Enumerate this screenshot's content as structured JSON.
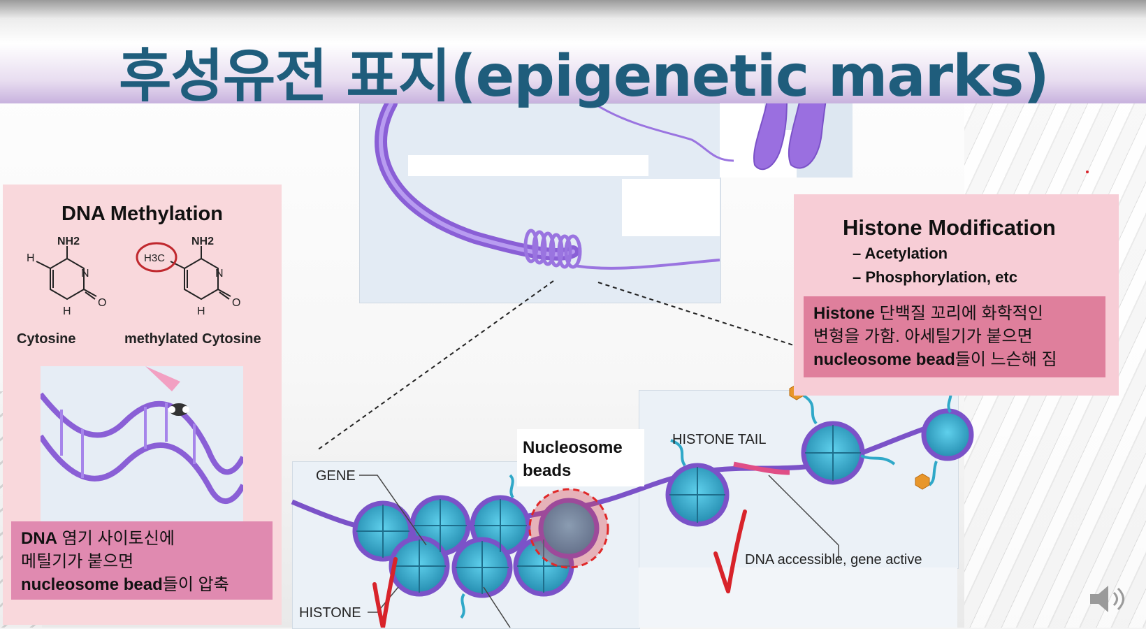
{
  "slide": {
    "title": "후성유전 표지(epigenetic marks)"
  },
  "dna_methylation": {
    "title": "DNA Methylation",
    "cytosine_label": "Cytosine",
    "methylated_label": "methylated Cytosine",
    "chem": {
      "nh2": "NH2",
      "n": "N",
      "nh": "H",
      "o": "O",
      "h": "H",
      "h3c": "H3C"
    },
    "note_line1_bold": "DNA",
    "note_line1_rest": " 염기 사이토신에",
    "note_line2": "메틸기가 붙으면",
    "note_line3_bold": "nucleosome bead",
    "note_line3_rest": "들이 압축"
  },
  "histone_modification": {
    "title": "Histone Modification",
    "items": [
      "– Acetylation",
      "– Phosphorylation, etc"
    ],
    "note_line1_bold": "Histone",
    "note_line1_rest": " 단백질 꼬리에 화학적인",
    "note_line2": "변형을 가함. 아세틸기가 붙으면",
    "note_line3_bold": "nucleosome bead",
    "note_line3_rest": "들이 느슨해 짐"
  },
  "diagram": {
    "gene_label": "GENE",
    "histone_label": "HISTONE",
    "histone_tail_label": "HISTONE TAIL",
    "nucleosome_beads_line1": "Nucleosome",
    "nucleosome_beads_line2": "beads",
    "accessible_label": "DNA accessible, gene active"
  },
  "colors": {
    "title": "#1f5d7c",
    "dna_purple": "#8a5fd6",
    "histone_teal": "#2fa8c8",
    "check_red": "#d8232a",
    "pink_box": "#f9d8dc",
    "pink_note": "#e08ab0"
  },
  "icons": {
    "speaker": "speaker-icon"
  }
}
